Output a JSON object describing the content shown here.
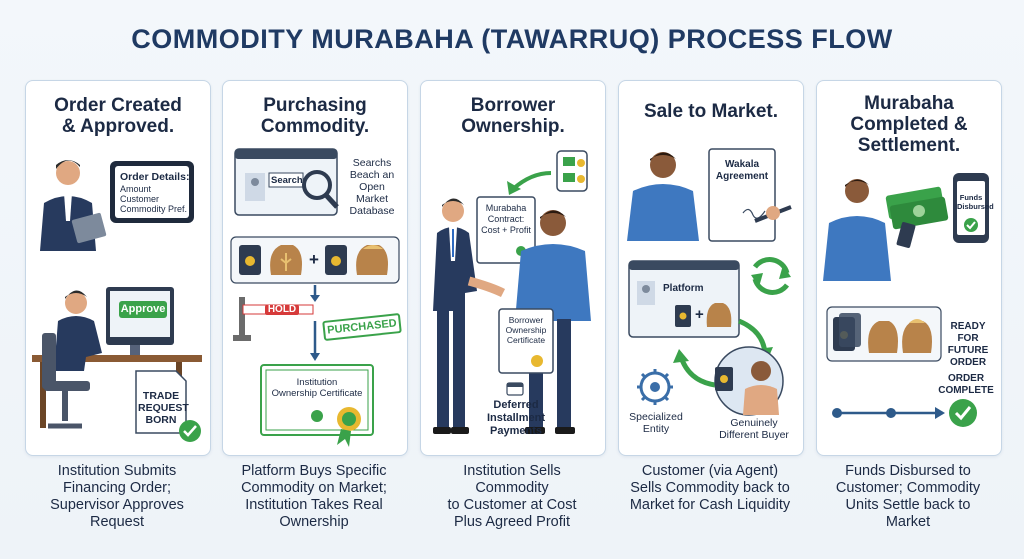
{
  "title": "COMMODITY MURABAHA (TAWARRUQ) PROCESS FLOW",
  "steps": [
    {
      "title_l1": "Order Created",
      "title_l2": "& Approved.",
      "order_details": "Order Details:",
      "order_items": [
        "Amount",
        "Customer",
        "Commodity Pref."
      ],
      "approve": "Approve",
      "trade_l1": "TRADE",
      "trade_l2": "REQUEST",
      "trade_l3": "BORN",
      "caption_l1": "Institution Submits",
      "caption_l2": "Financing Order;",
      "caption_l3": "Supervisor Approves",
      "caption_l4": "Request"
    },
    {
      "title_l1": "Purchasing",
      "title_l2": "Commodity.",
      "search": "Search",
      "search_note": [
        "Searchs",
        "Beach an",
        "Open",
        "Market",
        "Database"
      ],
      "plus": "+",
      "hold": "HOLD",
      "purchased": "PURCHASED",
      "cert_l1": "Institution",
      "cert_l2": "Ownership Certificate",
      "caption_l1": "Platform Buys Specific",
      "caption_l2": "Commodity on Market;",
      "caption_l3": "Institution Takes Real",
      "caption_l4": "Ownership"
    },
    {
      "title_l1": "Borrower",
      "title_l2": "Ownership.",
      "contract_l1": "Murabaha",
      "contract_l2": "Contract:",
      "contract_l3": "Cost + Profit",
      "cert_l1": "Borrower",
      "cert_l2": "Ownership",
      "cert_l3": "Certificate",
      "deferred_l1": "Deferred",
      "deferred_l2": "Installment",
      "deferred_l3": "Payments",
      "caption_l1": "Institution Sells",
      "caption_l2": "Commodity",
      "caption_l3": "to Customer at Cost",
      "caption_l4": "Plus Agreed Profit"
    },
    {
      "title_l1": "Sale to Market.",
      "wakala_l1": "Wakala",
      "wakala_l2": "Agreement",
      "platform": "Platform",
      "plus": "+",
      "entity_l1": "Specialized",
      "entity_l2": "Entity",
      "buyer_l1": "Genuinely",
      "buyer_l2": "Different Buyer",
      "caption_l1": "Customer (via Agent)",
      "caption_l2": "Sells Commodity back to",
      "caption_l3": "Market for Cash Liquidity"
    },
    {
      "title_l1": "Murabaha",
      "title_l2": "Completed &",
      "title_l3": "Settlement.",
      "funds_l1": "Funds",
      "funds_l2": "Disbursed",
      "ready_l1": "READY FOR",
      "ready_l2": "FUTURE",
      "ready_l3": "ORDER",
      "complete_l1": "ORDER",
      "complete_l2": "COMPLETE",
      "caption_l1": "Funds Disbursed to",
      "caption_l2": "Customer; Commodity",
      "caption_l3": "Units Settle back to",
      "caption_l4": "Market"
    }
  ]
}
